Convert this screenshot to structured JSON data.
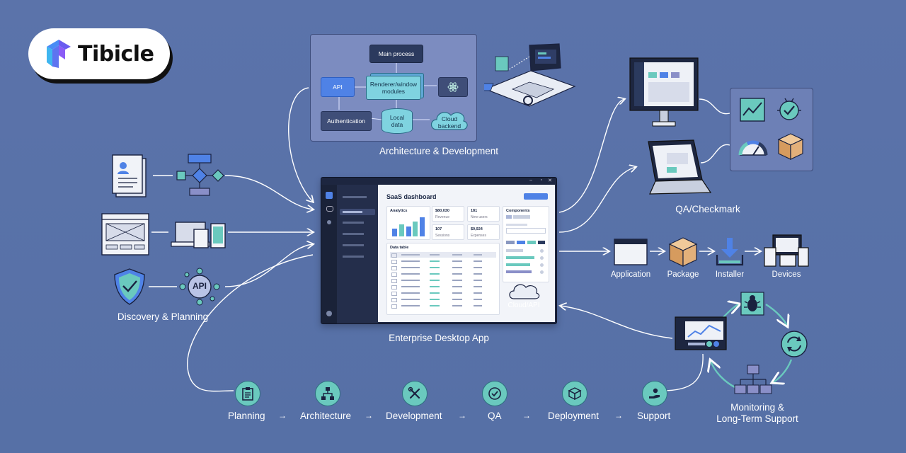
{
  "brand": {
    "name": "Tibicle"
  },
  "architecture": {
    "caption": "Architecture & Development",
    "nodes": {
      "main_process": "Main process",
      "api": "API",
      "renderer": "Renderer/window modules",
      "authentication": "Authentication",
      "local_data": "Local data",
      "cloud_backend": "Cloud backend"
    }
  },
  "discovery": {
    "caption": "Discovery & Planning",
    "api_badge": "API"
  },
  "app": {
    "caption": "Enterprise Desktop App",
    "dashboard": {
      "title": "SaaS dashboard",
      "analytics_label": "Analytics",
      "stats": [
        {
          "value": "$80,030",
          "label": "Revenue"
        },
        {
          "value": "181",
          "label": "New users"
        },
        {
          "value": "107",
          "label": "Sessions"
        },
        {
          "value": "$0,924",
          "label": "Expenses"
        }
      ],
      "side_card_label": "Components",
      "table_label": "Data table",
      "bars": [
        0.35,
        0.55,
        0.45,
        0.7,
        0.9
      ]
    },
    "cloud_api": "Cloud/API"
  },
  "qa": {
    "caption": "QA/Checkmark"
  },
  "delivery": {
    "items": [
      "Application",
      "Package",
      "Installer",
      "Devices"
    ]
  },
  "monitoring": {
    "caption_line1": "Monitoring &",
    "caption_line2": "Long-Term Support"
  },
  "pipeline": {
    "steps": [
      "Planning",
      "Architecture",
      "Development",
      "QA",
      "Deployment",
      "Support"
    ],
    "arrow": "→"
  },
  "colors": {
    "background": "#5a72a8",
    "teal": "#6ac9be",
    "accent_blue": "#4f82e6",
    "dark_navy": "#1d2640"
  }
}
